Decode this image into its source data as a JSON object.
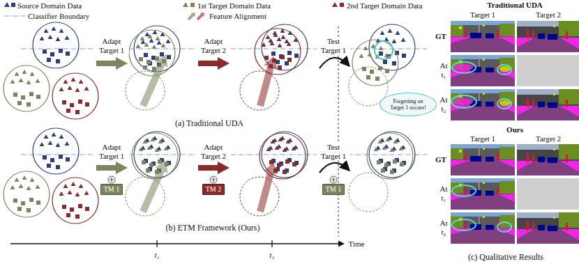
{
  "diagram": {
    "nodes": [
      {
        "text": [
          "Forgetting on Target 1 occurs!"
        ]
      },
      {
        "text": [
          "TM 1"
        ]
      },
      {
        "text": [
          "TM 2"
        ]
      },
      {
        "text": [
          "TM 1"
        ]
      }
    ],
    "labels": [
      "Adapt Target 1",
      "Adapt Target 2",
      "Test Target 1",
      "(a) Traditional UDA",
      "Adapt Target 1",
      "Adapt Target 2",
      "Test Target 1",
      "(b) ETM Framework (Ours)",
      "Time",
      "t₁",
      "t₂",
      "Traditional UDA",
      "Target 1",
      "Target 2",
      "GT",
      "At t₁",
      "At t₂",
      "Ours",
      "Target 1",
      "Target 2",
      "GT",
      "At t₁",
      "At t₂",
      "(c) Qualitative Results"
    ],
    "legend": [
      {
        "text": "Source Domain Data"
      },
      {
        "text": "1st Target Domain Data"
      },
      {
        "text": "2nd Target Domain Data"
      },
      {
        "text": "Classifier Boundary"
      },
      {
        "text": "Feature Alignment"
      }
    ]
  }
}
